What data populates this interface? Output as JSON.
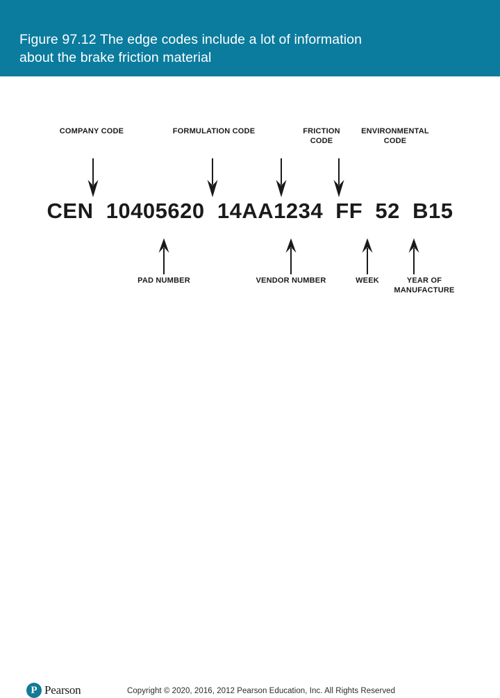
{
  "header": {
    "title": "Figure 97.12 The edge codes include a lot of information\nabout the brake friction material",
    "background_color": "#0b7c9e",
    "text_color": "#ffffff"
  },
  "figure": {
    "code_line": "CEN  10405620  14AA1234  FF  52  B15",
    "code_color": "#1a1a1a",
    "top_labels": [
      {
        "name": "company-code",
        "text": "COMPANY CODE"
      },
      {
        "name": "formulation-code",
        "text": "FORMULATION CODE"
      },
      {
        "name": "friction-code",
        "text": "FRICTION\nCODE"
      },
      {
        "name": "environmental-code",
        "text": "ENVIRONMENTAL\nCODE"
      }
    ],
    "bottom_labels": [
      {
        "name": "pad-number",
        "text": "PAD NUMBER"
      },
      {
        "name": "vendor-number",
        "text": "VENDOR NUMBER"
      },
      {
        "name": "week",
        "text": "WEEK"
      },
      {
        "name": "year-of-manufacture",
        "text": "YEAR OF\nMANUFACTURE"
      }
    ],
    "down_arrow_count": 4,
    "up_arrow_count": 4
  },
  "footer": {
    "logo_letter": "P",
    "logo_wordmark": "Pearson",
    "logo_color": "#127a96",
    "copyright": "Copyright © 2020, 2016, 2012 Pearson Education, Inc. All Rights Reserved"
  }
}
